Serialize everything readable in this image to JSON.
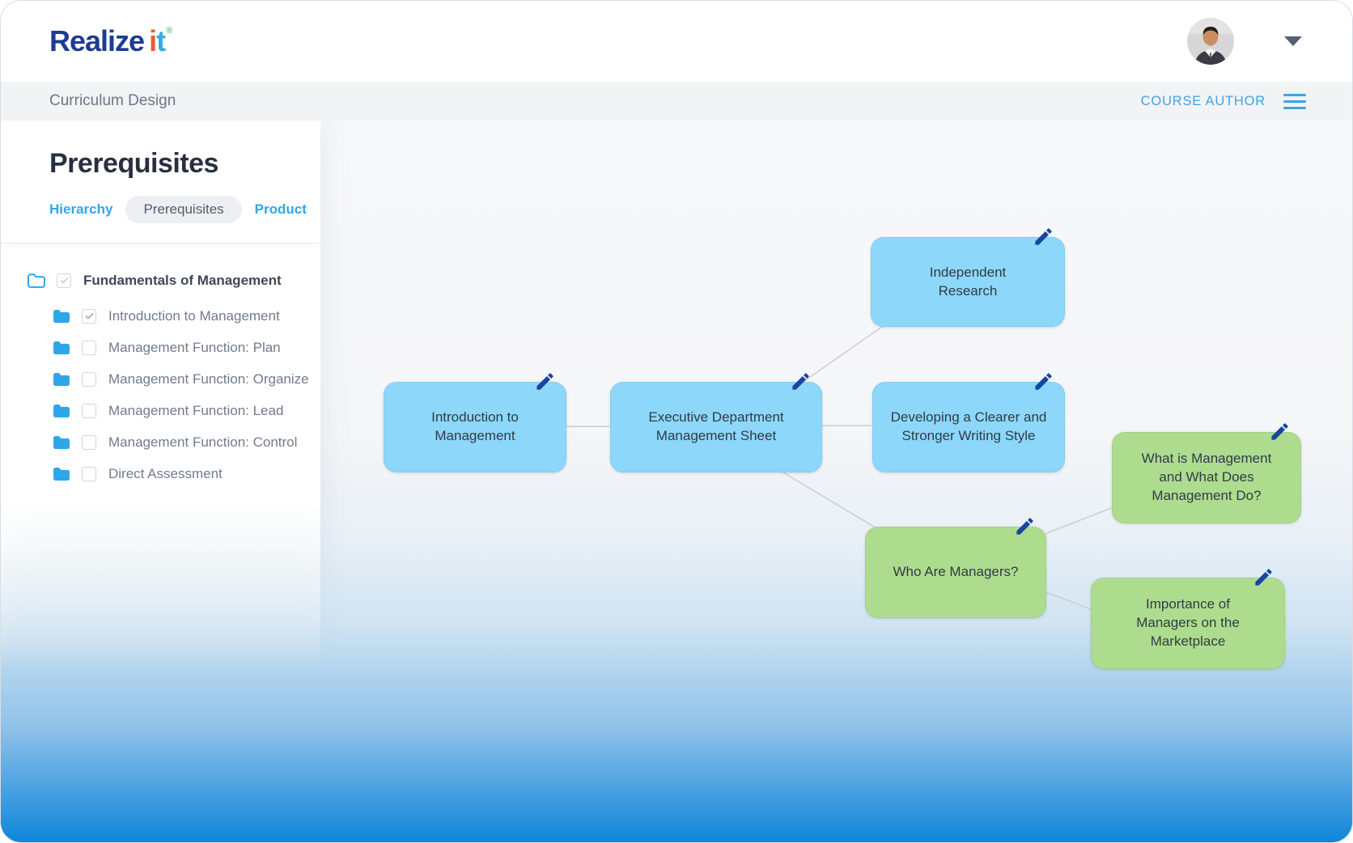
{
  "header": {
    "logo": {
      "text_main": "Realize",
      "text_i": "i",
      "text_t": "t",
      "registered_mark": "®",
      "color_main": "#1d3c92",
      "color_i": "#f05b26",
      "color_t": "#33ace4"
    }
  },
  "toolbar": {
    "breadcrumb": "Curriculum Design",
    "role_label": "COURSE AUTHOR",
    "accent_color": "#41a3e3"
  },
  "sidebar": {
    "title": "Prerequisites",
    "tabs": [
      {
        "label": "Hierarchy",
        "active": false
      },
      {
        "label": "Prerequisites",
        "active": true
      },
      {
        "label": "Product",
        "active": false
      }
    ],
    "tree": {
      "root": {
        "label": "Fundamentals of Management",
        "checked": true
      },
      "children": [
        {
          "label": "Introduction to Management",
          "checked": true
        },
        {
          "label": "Management Function: Plan",
          "checked": false
        },
        {
          "label": "Management Function: Organize",
          "checked": false
        },
        {
          "label": "Management Function: Lead",
          "checked": false
        },
        {
          "label": "Management Function: Control",
          "checked": false
        },
        {
          "label": "Direct Assessment",
          "checked": false
        }
      ]
    }
  },
  "diagram": {
    "colors": {
      "node_blue": "#8dd7fa",
      "node_green": "#aedc8e",
      "pencil_icon": "#1745a0",
      "edge": "#c8cdd3"
    },
    "nodes": [
      {
        "id": "independent-research",
        "label": "Independent Research",
        "color": "blue"
      },
      {
        "id": "introduction-to-management",
        "label": "Introduction to Management",
        "color": "blue"
      },
      {
        "id": "executive-department-management-sheet",
        "label": "Executive Department Management Sheet",
        "color": "blue"
      },
      {
        "id": "developing-writing-style",
        "label": "Developing a Clearer and Stronger Writing Style",
        "color": "blue"
      },
      {
        "id": "what-is-management",
        "label": "What is Management and What Does Management Do?",
        "color": "green"
      },
      {
        "id": "who-are-managers",
        "label": "Who Are Managers?",
        "color": "green"
      },
      {
        "id": "importance-of-managers",
        "label": "Importance of Managers on the Marketplace",
        "color": "green"
      }
    ],
    "edges": [
      {
        "from": "introduction-to-management",
        "to": "executive-department-management-sheet"
      },
      {
        "from": "executive-department-management-sheet",
        "to": "independent-research"
      },
      {
        "from": "executive-department-management-sheet",
        "to": "developing-writing-style"
      },
      {
        "from": "executive-department-management-sheet",
        "to": "who-are-managers"
      },
      {
        "from": "who-are-managers",
        "to": "what-is-management"
      },
      {
        "from": "who-are-managers",
        "to": "importance-of-managers"
      }
    ]
  }
}
